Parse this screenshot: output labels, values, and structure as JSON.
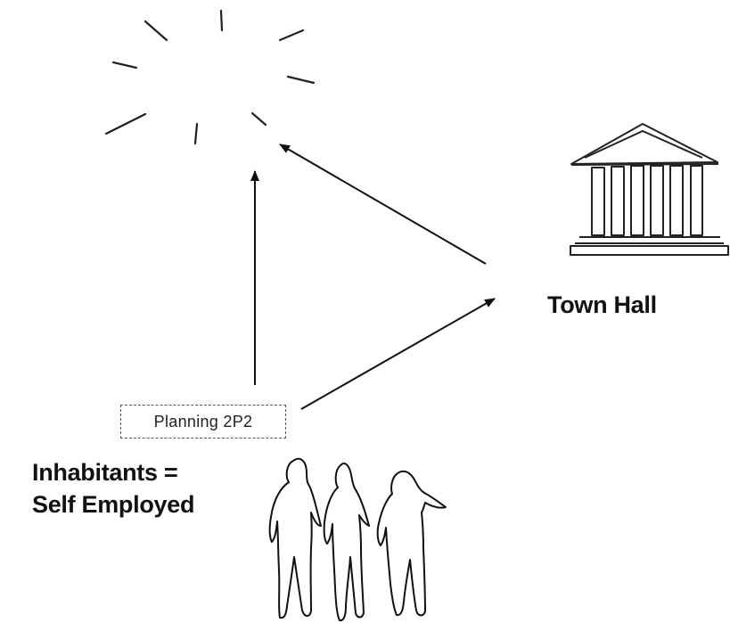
{
  "labels": {
    "town_hall": "Town Hall",
    "inhabitants_line1": "Inhabitants =",
    "inhabitants_line2": "Self Employed",
    "planning": "Planning 2P2"
  },
  "icons": {
    "goal": "sunburst-icon",
    "institution": "town-hall-building-icon",
    "people": "inhabitants-figures-icon"
  },
  "colors": {
    "ink": "#111111",
    "background": "#ffffff"
  }
}
